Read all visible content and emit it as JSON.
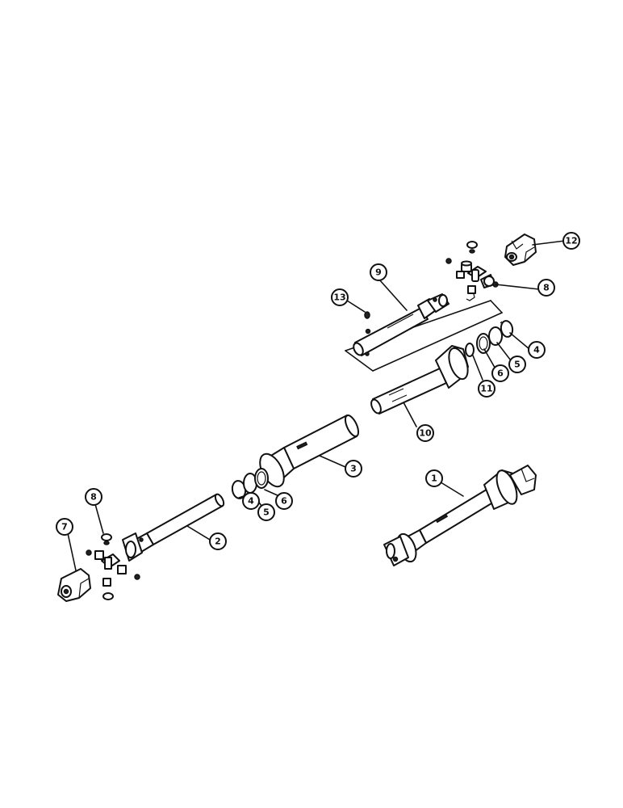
{
  "callouts": [
    {
      "label": "1"
    },
    {
      "label": "2"
    },
    {
      "label": "3"
    },
    {
      "label": "4"
    },
    {
      "label": "5"
    },
    {
      "label": "6"
    },
    {
      "label": "4"
    },
    {
      "label": "5"
    },
    {
      "label": "6"
    },
    {
      "label": "7"
    },
    {
      "label": "8"
    },
    {
      "label": "8"
    },
    {
      "label": "9"
    },
    {
      "label": "10"
    },
    {
      "label": "11"
    },
    {
      "label": "12"
    },
    {
      "label": "13"
    }
  ]
}
